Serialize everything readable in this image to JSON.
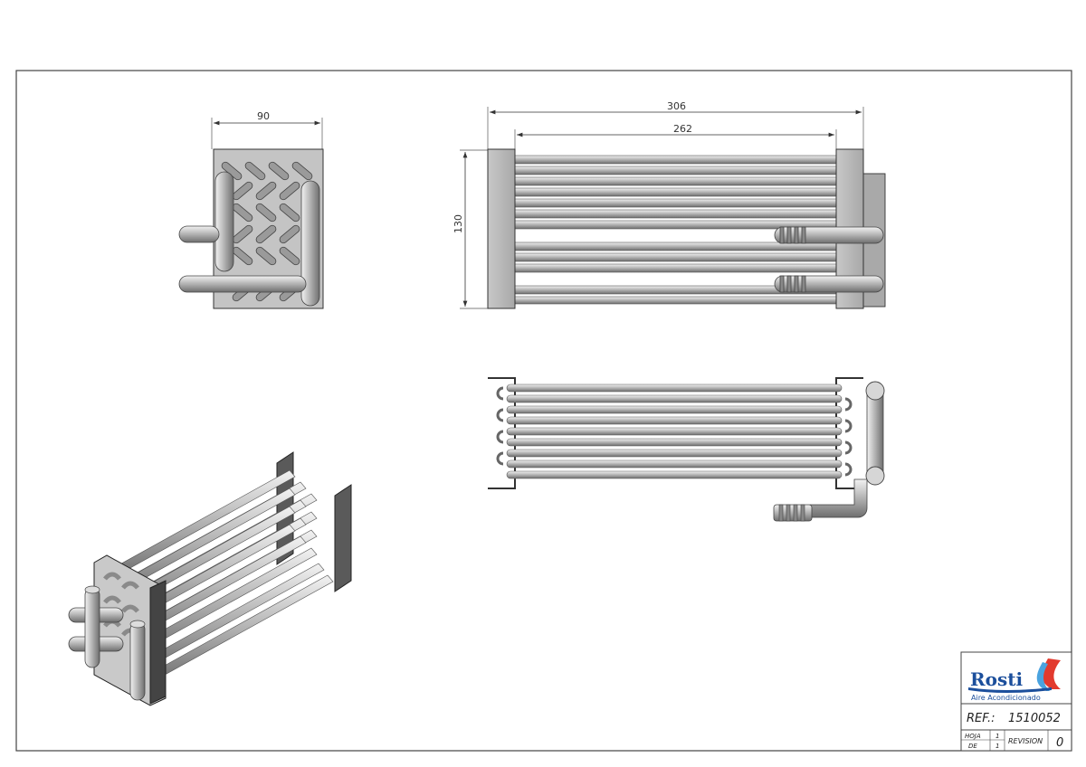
{
  "drawing": {
    "dimensions": {
      "side_width": "90",
      "overall_length": "306",
      "tube_length": "262",
      "height": "130"
    }
  },
  "title_block": {
    "logo_text": "Rosti",
    "logo_subtitle": "Aire Acondicionado",
    "ref_label": "REF.:",
    "ref_value": "1510052",
    "hoja_label": "HOJA",
    "hoja_value": "1",
    "de_label": "DE",
    "de_value": "1",
    "revision_label": "REVISION",
    "revision_value": "0",
    "colors": {
      "logo_blue": "#1c4f9c",
      "logo_red": "#e23a2e",
      "logo_light_blue": "#4aa3df"
    }
  }
}
